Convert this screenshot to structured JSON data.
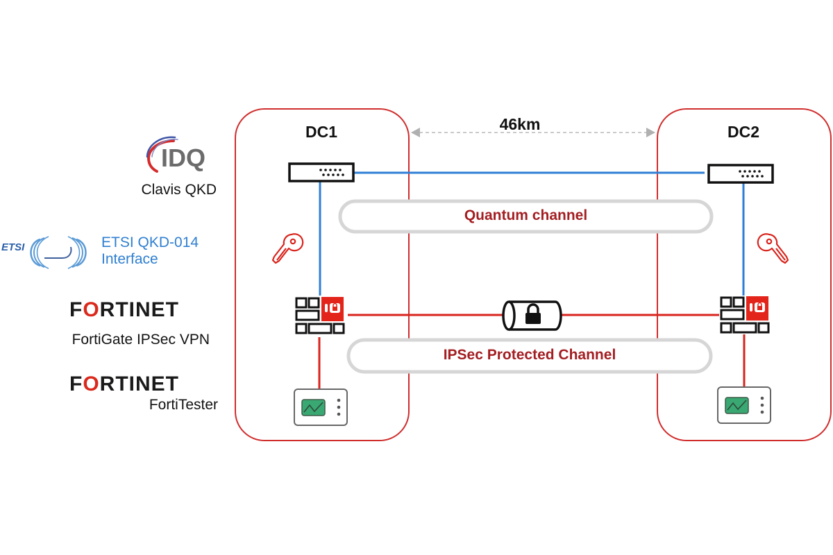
{
  "legend": {
    "idq_logo": "IDQ",
    "clavis": "Clavis QKD",
    "etsi_logo": "ETSI",
    "etsi_line1": "ETSI QKD-014",
    "etsi_line2": "Interface",
    "fortinet_logo_1": [
      "F",
      "O",
      "RTINET"
    ],
    "fortigate": "FortiGate IPSec VPN",
    "fortinet_logo_2": [
      "F",
      "O",
      "RTINET"
    ],
    "fortitester": "FortiTester"
  },
  "sites": {
    "dc1": {
      "title": "DC1"
    },
    "dc2": {
      "title": "DC2"
    }
  },
  "distance": "46km",
  "channels": {
    "quantum": "Quantum channel",
    "ipsec": "IPSec Protected Channel"
  },
  "icons": {
    "qkd_device": "qkd-device-icon",
    "key": "key-icon",
    "firewall": "firewall-icon",
    "tunnel": "vpn-tunnel-lock-icon",
    "tester": "tester-device-icon"
  },
  "colors": {
    "site_border": "#d02c2c",
    "quantum_link": "#2f7fd6",
    "ipsec_link": "#d9231c",
    "channel_label": "#a31e22",
    "pill_border": "#d9d9d9",
    "tester_screen": "#3aa872"
  }
}
